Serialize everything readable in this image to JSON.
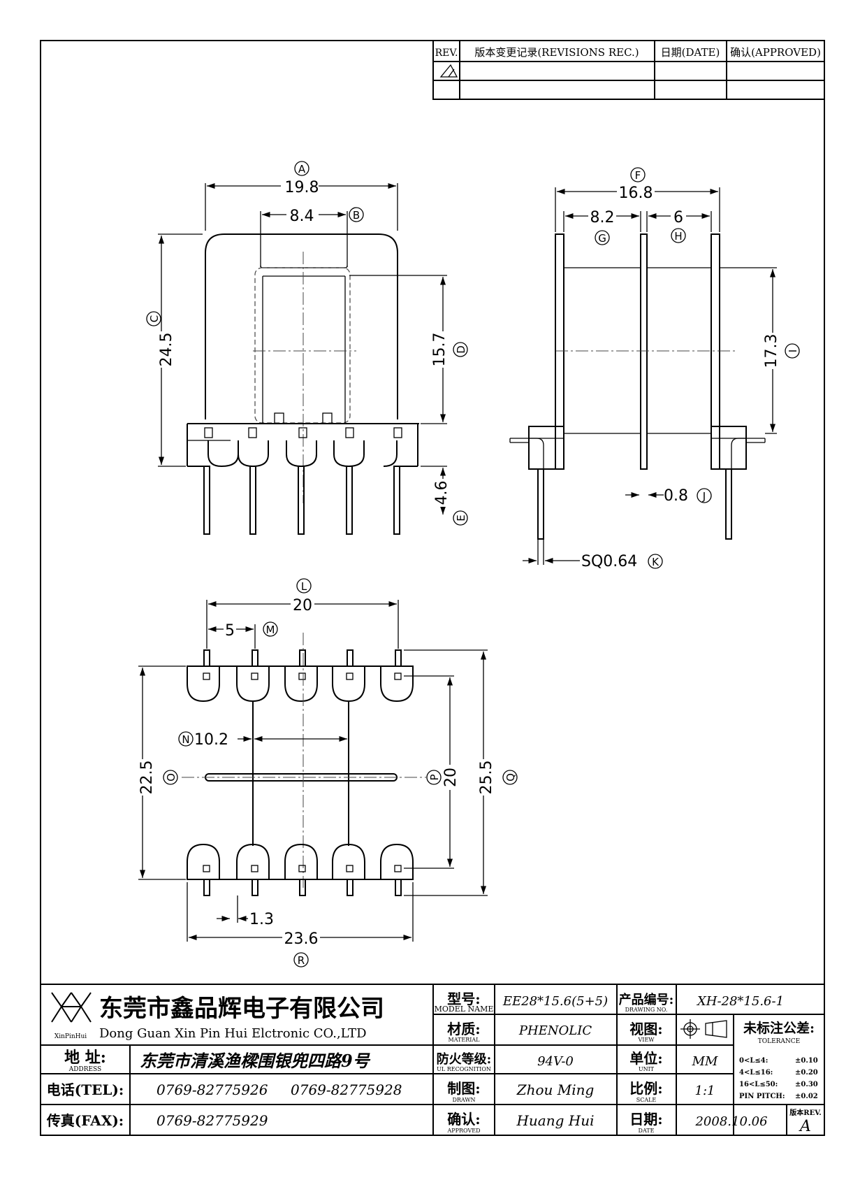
{
  "revision_block": {
    "rev_header": "REV.",
    "record_header": "版本变更记录(REVISIONS REC.)",
    "date_header": "日期(DATE)",
    "approved_header": "确认(APPROVED)",
    "rows": [
      [
        "△",
        "",
        "",
        ""
      ],
      [
        "",
        "",
        "",
        ""
      ]
    ]
  },
  "dimensions": {
    "a": {
      "tag": "A",
      "value": "19.8"
    },
    "b": {
      "tag": "B",
      "value": "8.4"
    },
    "c": {
      "tag": "C",
      "value": "24.5"
    },
    "d": {
      "tag": "D",
      "value": "15.7"
    },
    "e": {
      "tag": "E",
      "value": "4.6"
    },
    "f": {
      "tag": "F",
      "value": "16.8"
    },
    "g": {
      "tag": "G",
      "value": "8.2"
    },
    "h": {
      "tag": "H",
      "value": "6"
    },
    "i": {
      "tag": "I",
      "value": "17.3"
    },
    "j": {
      "tag": "J",
      "value": "0.8"
    },
    "k": {
      "tag": "K",
      "value": "SQ0.64"
    },
    "l": {
      "tag": "L",
      "value": "20"
    },
    "m": {
      "tag": "M",
      "value": "5"
    },
    "n": {
      "tag": "N",
      "value": "10.2"
    },
    "o": {
      "tag": "O",
      "value": "22.5"
    },
    "p": {
      "tag": "P",
      "value": "20"
    },
    "q": {
      "tag": "Q",
      "value": "25.5"
    },
    "pin_gap": {
      "value": "1.3"
    },
    "r": {
      "tag": "R",
      "value": "23.6"
    }
  },
  "title_block": {
    "logo_text": "XinPinHui",
    "company_cn": "东莞市鑫品辉电子有限公司",
    "company_en": "Dong Guan Xin Pin Hui Elctronic CO.,LTD",
    "address_label": "地 址:",
    "address_label_en": "ADDRESS",
    "address": "东莞市清溪渔樑围银兜四路9号",
    "tel_label": "电话(TEL):",
    "tel": [
      "0769-82775926",
      "0769-82775928"
    ],
    "fax_label": "传真(FAX):",
    "fax": "0769-82775929",
    "model_label": "型号:",
    "model_label_en": "MODEL NAME",
    "model": "EE28*15.6(5+5)",
    "material_label": "材质:",
    "material_label_en": "MATERIAL",
    "material": "PHENOLIC",
    "flame_label": "防火等级:",
    "flame_label_en": "UL RECOGNITION",
    "flame": "94V-0",
    "drawn_label": "制图:",
    "drawn_label_en": "DRAWN",
    "drawn": "Zhou Ming",
    "approved_label": "确认:",
    "approved_label_en": "APPROVED",
    "approved": "Huang Hui",
    "drawing_no_label": "产品编号:",
    "drawing_no_label_en": "DRAWING NO.",
    "drawing_no": "XH-28*15.6-1",
    "view_label": "视图:",
    "view_label_en": "VIEW",
    "unit_label": "单位:",
    "unit_label_en": "UNIT",
    "unit": "MM",
    "scale_label": "比例:",
    "scale_label_en": "SCALE",
    "scale": "1:1",
    "date_label": "日期:",
    "date_label_en": "DATE",
    "date": "2008.10.06",
    "tolerance_title": "未标注公差:",
    "tolerance_title_en": "TOLERANCE",
    "tolerances": [
      {
        "range": "0<L≤4:",
        "value": "±0.10"
      },
      {
        "range": "4<L≤16:",
        "value": "±0.20"
      },
      {
        "range": "16<L≤50:",
        "value": "±0.30"
      },
      {
        "range": "PIN PITCH:",
        "value": "±0.02"
      }
    ],
    "rev_label": "版本REV.",
    "rev": "A"
  }
}
